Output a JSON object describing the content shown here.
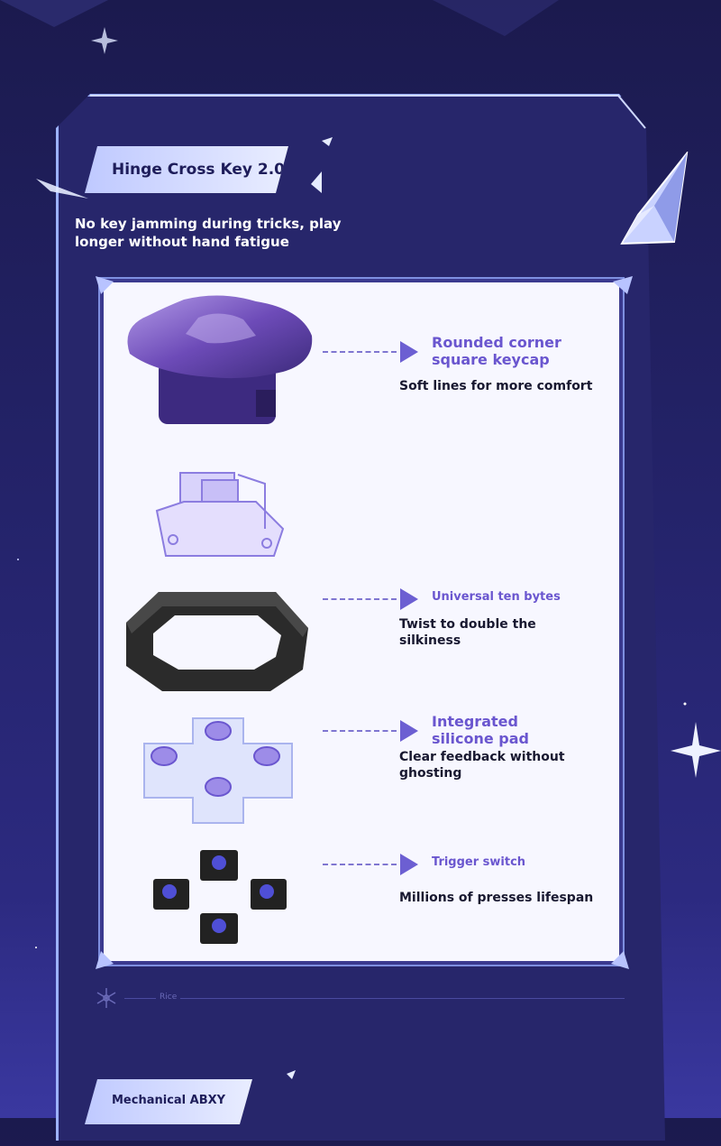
{
  "section": {
    "title": "Hinge Cross Key 2.0",
    "subtitle": "No key jamming during tricks, play longer without hand fatigue"
  },
  "features": [
    {
      "title": "Rounded corner square keycap",
      "desc": "Soft lines for more comfort"
    },
    {
      "title": "Universal ten bytes",
      "desc": "Twist to double the silkiness"
    },
    {
      "title": "Integrated silicone pad",
      "desc": "Clear feedback without ghosting"
    },
    {
      "title": "Trigger switch",
      "desc": "Millions of presses lifespan"
    }
  ],
  "footer": {
    "label": "Rice"
  },
  "next_section": {
    "title": "Mechanical ABXY"
  },
  "colors": {
    "background": "#24236a",
    "frame_border": "#9db2ff",
    "panel": "#f7f7ff",
    "accent": "#6a56cf",
    "tag": "#e9edff"
  },
  "icons": [
    "crystal-icon",
    "snowflake-icon",
    "arrow-right-icon",
    "sparkle-icon"
  ]
}
